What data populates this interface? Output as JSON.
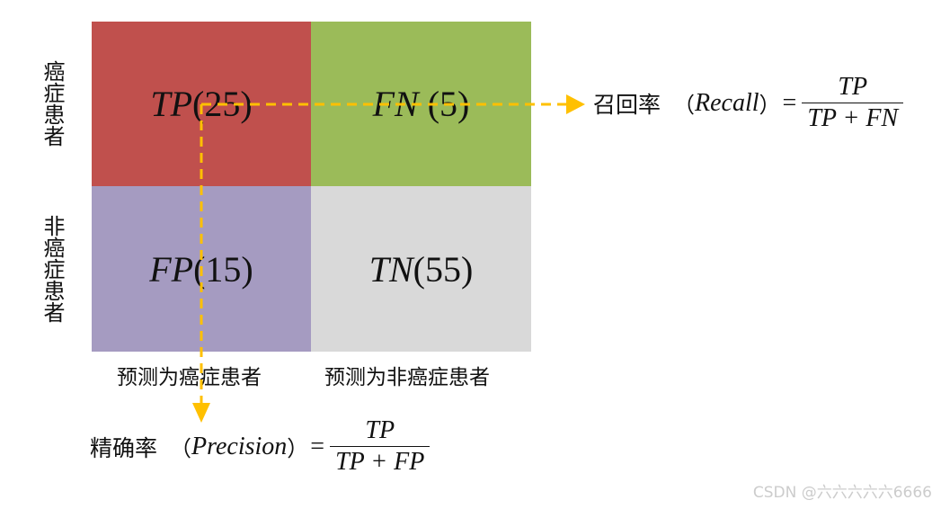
{
  "rows": {
    "top": "癌症患者",
    "bottom": "非癌症患者"
  },
  "columns": {
    "left": "预测为癌症患者",
    "right": "预测为非癌症患者"
  },
  "cells": {
    "tp": {
      "abbr": "TP",
      "count": "(25)",
      "value": 25,
      "color": "#c0504d"
    },
    "fn": {
      "abbr": "FN",
      "count": "(5)",
      "value": 5,
      "color": "#9bbb59"
    },
    "fp": {
      "abbr": "FP",
      "count": "(15)",
      "value": 15,
      "color": "#a59bc1"
    },
    "tn": {
      "abbr": "TN",
      "count": "(55)",
      "value": 55,
      "color": "#d9d9d9"
    }
  },
  "recall": {
    "name_cn": "召回率",
    "open_paren": "（",
    "name_en": "Recall",
    "close_paren": "）",
    "equals": "=",
    "numerator": "TP",
    "denominator": "TP + FN"
  },
  "precision": {
    "name_cn": "精确率",
    "open_paren": "（",
    "name_en": "Precision",
    "close_paren": "）",
    "equals": "=",
    "numerator": "TP",
    "denominator": "TP + FP"
  },
  "arrow_color": "#ffc000",
  "watermark": "CSDN @六六六六六6666"
}
